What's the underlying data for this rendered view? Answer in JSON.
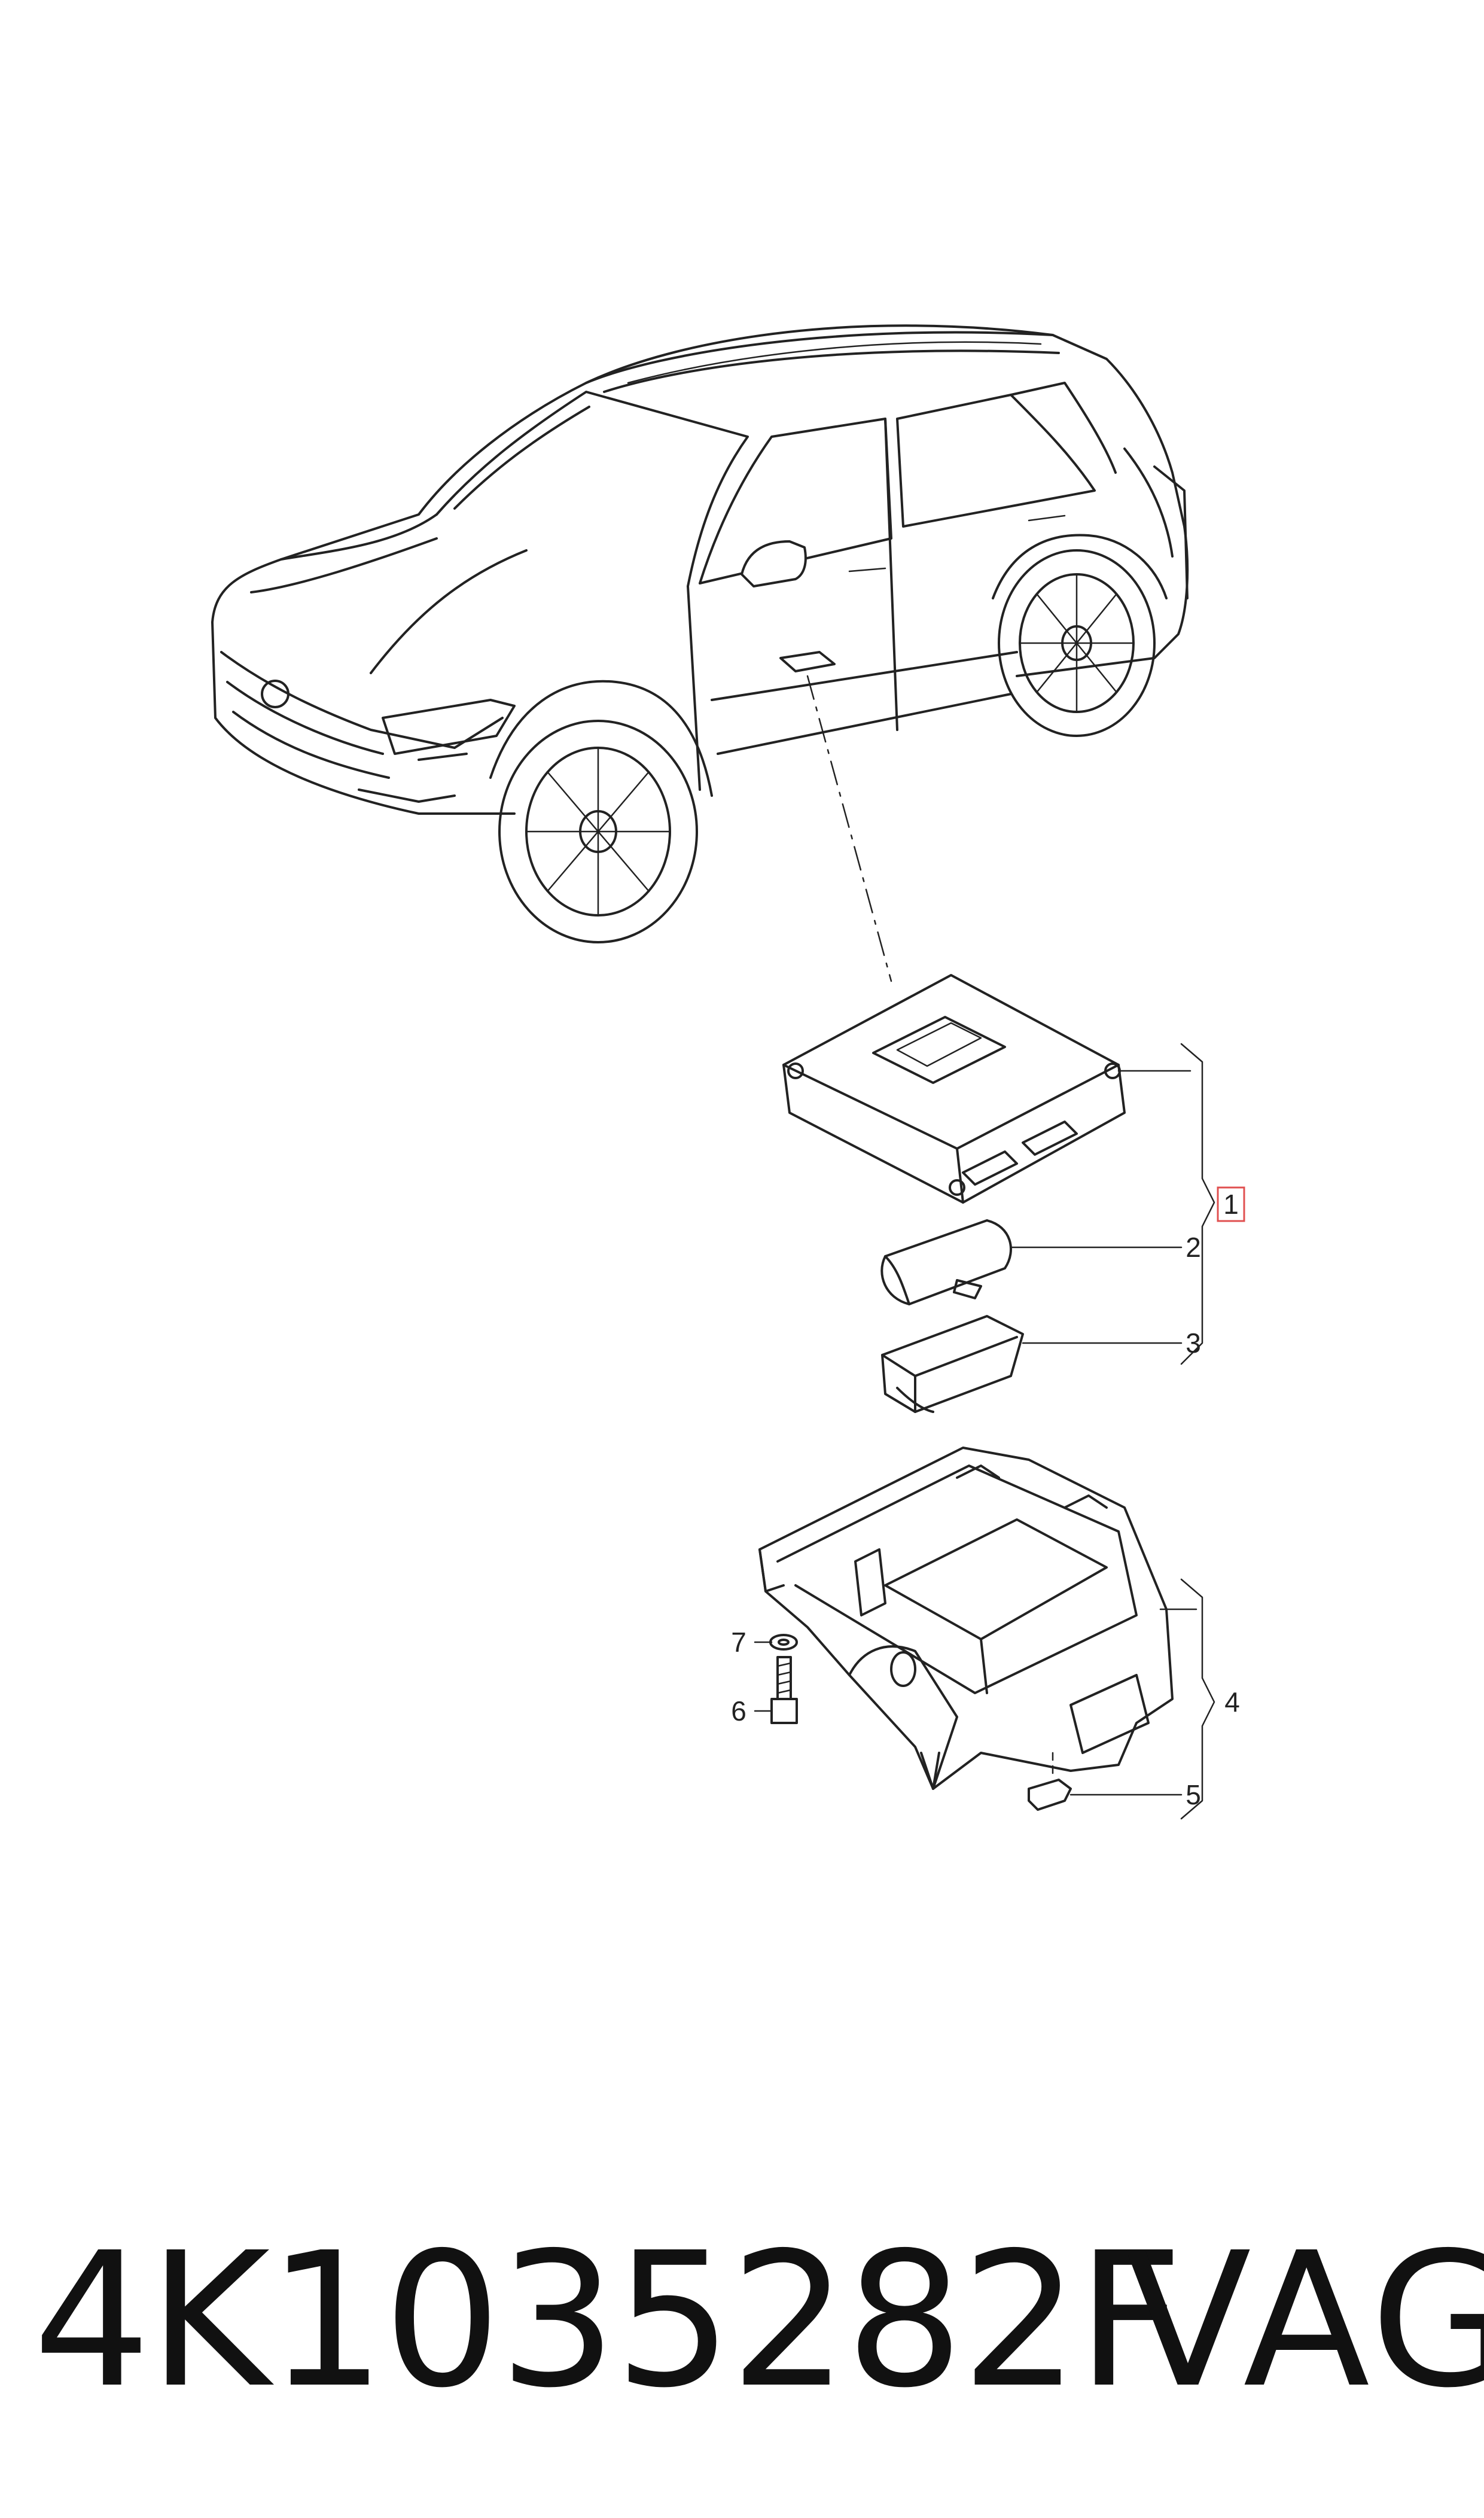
{
  "diagram": {
    "callouts": [
      {
        "id": "1",
        "label": "1",
        "highlighted": true,
        "highlight_color": "#e05050"
      },
      {
        "id": "2",
        "label": "2"
      },
      {
        "id": "3",
        "label": "3"
      },
      {
        "id": "4",
        "label": "4"
      },
      {
        "id": "5",
        "label": "5"
      },
      {
        "id": "6",
        "label": "6"
      },
      {
        "id": "7",
        "label": "7"
      }
    ],
    "illustrations": [
      "vehicle-suv",
      "control-unit",
      "antenna-module",
      "antenna-holder",
      "mounting-bracket",
      "clip-nut",
      "bolt",
      "washer"
    ]
  },
  "footer": {
    "part_number": "4K1035282F",
    "brand": "VAG"
  }
}
